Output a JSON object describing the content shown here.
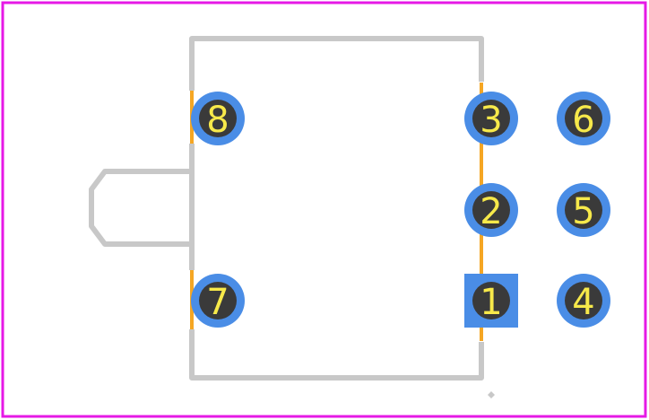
{
  "colors": {
    "board_outline": "#e619e6",
    "silkscreen": "#c8c8c8",
    "courtyard": "#f5a623",
    "pad": "#4a8de6",
    "drill": "#3a3a3a",
    "pin_label": "#f7e94a"
  },
  "pads": [
    {
      "number": "1",
      "shape": "square"
    },
    {
      "number": "2",
      "shape": "round"
    },
    {
      "number": "3",
      "shape": "round"
    },
    {
      "number": "4",
      "shape": "round"
    },
    {
      "number": "5",
      "shape": "round"
    },
    {
      "number": "6",
      "shape": "round"
    },
    {
      "number": "7",
      "shape": "round"
    },
    {
      "number": "8",
      "shape": "round"
    }
  ]
}
